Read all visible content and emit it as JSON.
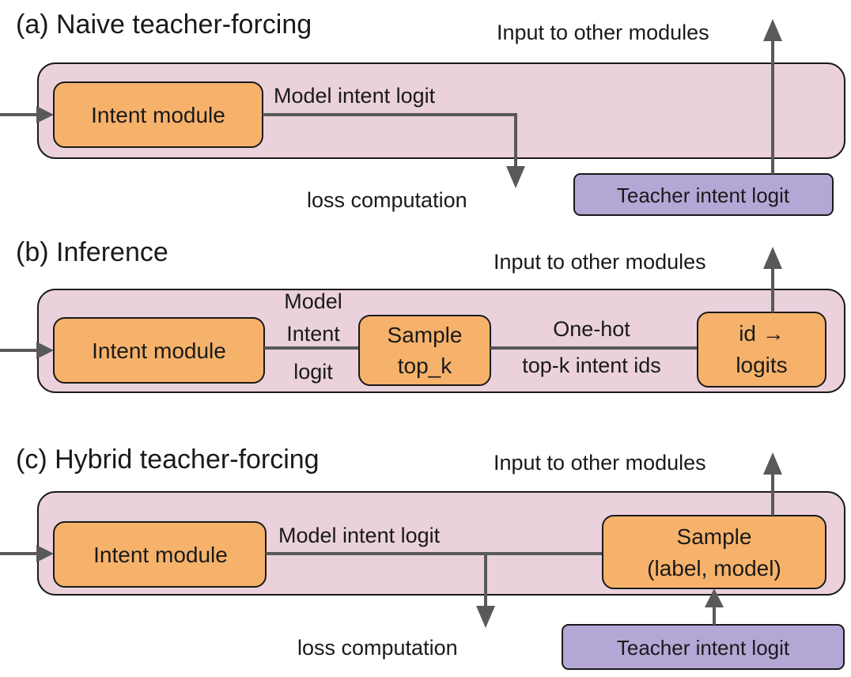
{
  "colors": {
    "panel": "#ead1dc",
    "module": "#f6b26b",
    "teacher": "#b4a7d6",
    "arrow": "#595959"
  },
  "panel_a": {
    "title": "(a) Naive teacher-forcing",
    "intent_module": "Intent module",
    "model_logit_label": "Model intent logit",
    "loss_label": "loss computation",
    "teacher_label": "Teacher intent logit",
    "output_label": "Input to other modules"
  },
  "panel_b": {
    "title": "(b) Inference",
    "intent_module": "Intent module",
    "model_logit_line1": "Model",
    "model_logit_line2": "Intent",
    "model_logit_line3": "logit",
    "sample_line1": "Sample",
    "sample_line2": "top_k",
    "onehot_label": "One-hot",
    "topk_label": "top-k  intent ids",
    "idlogits_line1": "id →",
    "idlogits_line2": "logits",
    "output_label": "Input to other modules"
  },
  "panel_c": {
    "title": "(c) Hybrid teacher-forcing",
    "intent_module": "Intent module",
    "model_logit_label": "Model intent logit",
    "sample_line1": "Sample",
    "sample_line2": "(label, model)",
    "loss_label": "loss computation",
    "teacher_label": "Teacher intent logit",
    "output_label": "Input to other modules"
  }
}
